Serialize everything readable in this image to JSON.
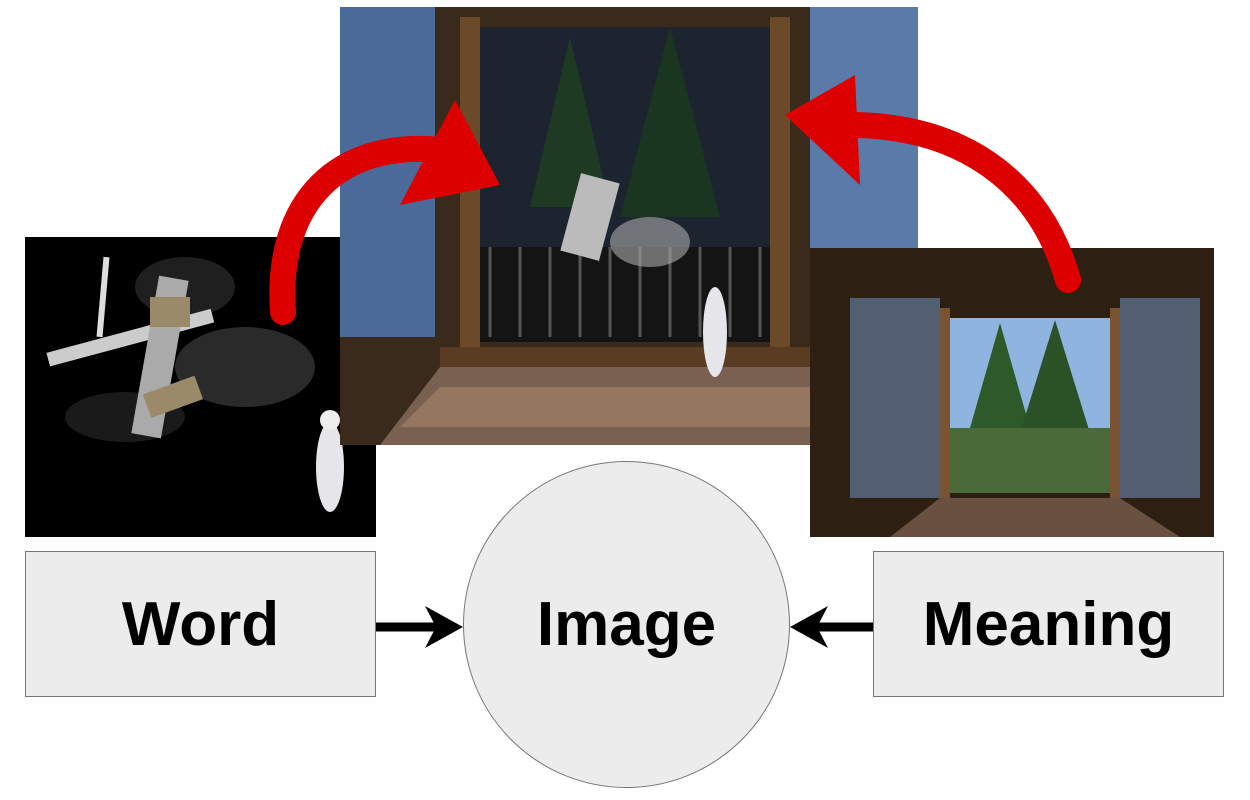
{
  "nodes": {
    "word": "Word",
    "image": "Image",
    "meaning": "Meaning"
  },
  "colors": {
    "curved_arrow": "#dd0000",
    "straight_arrow": "#000000",
    "node_fill": "#ececec"
  }
}
